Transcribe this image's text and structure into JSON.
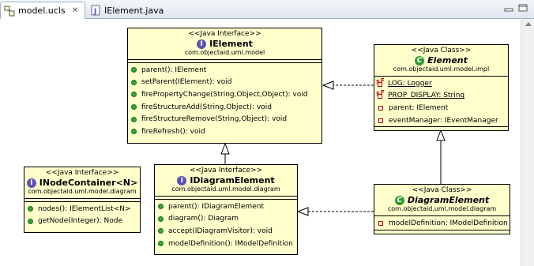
{
  "tabs": [
    {
      "label": "model.ucls",
      "icon": "class-diagram-icon",
      "active": true,
      "close": "✕"
    },
    {
      "label": "IElement.java",
      "icon": "java-file-icon",
      "active": false
    }
  ],
  "classes": {
    "ielement": {
      "stereotype": "<<Java Interface>>",
      "name": "IElement",
      "package": "com.objectaid.uml.model",
      "kind": "interface",
      "methods": [
        "parent(): IElement",
        "setParent(IElement): void",
        "firePropertyChange(String,Object,Object): void",
        "fireStructureAdd(String,Object): void",
        "fireStructureRemove(String,Object): void",
        "fireRefresh(): void"
      ]
    },
    "element": {
      "stereotype": "<<Java Class>>",
      "name": "Element",
      "package": "com.objectaid.uml.model.impl",
      "kind": "abstract-class",
      "static_fields": [
        "LOG: Logger",
        "PROP_DISPLAY: String"
      ],
      "fields": [
        "parent: IElement",
        "eventManager: IEventManager"
      ]
    },
    "inodecontainer": {
      "stereotype": "<<Java Interface>>",
      "name": "INodeContainer<N>",
      "package": "com.objectaid.uml.model.diagram",
      "kind": "interface",
      "methods": [
        "nodes(): IElementList<N>",
        "getNode(Integer): Node"
      ]
    },
    "idiagramelement": {
      "stereotype": "<<Java Interface>>",
      "name": "IDiagramElement",
      "package": "com.objectaid.uml.model.diagram",
      "kind": "interface",
      "methods": [
        "parent(): IDiagramElement",
        "diagram(): Diagram",
        "accept(IDiagramVisitor): void",
        "modelDefinition(): IModelDefinition"
      ]
    },
    "diagramelement": {
      "stereotype": "<<Java Class>>",
      "name": "DiagramElement",
      "package": "com.objectaid.uml.model.diagram",
      "kind": "abstract-class",
      "fields": [
        "modelDefinition: IModelDefinition"
      ]
    }
  },
  "static_final_marker": {
    "s": "S",
    "f": "F"
  },
  "colors": {
    "class_fill": "#ffffcc",
    "method_icon": "#3aa33a",
    "field_icon": "#c00000",
    "interface_icon": "#5a55b4",
    "class_icon": "#2f9a2f"
  }
}
